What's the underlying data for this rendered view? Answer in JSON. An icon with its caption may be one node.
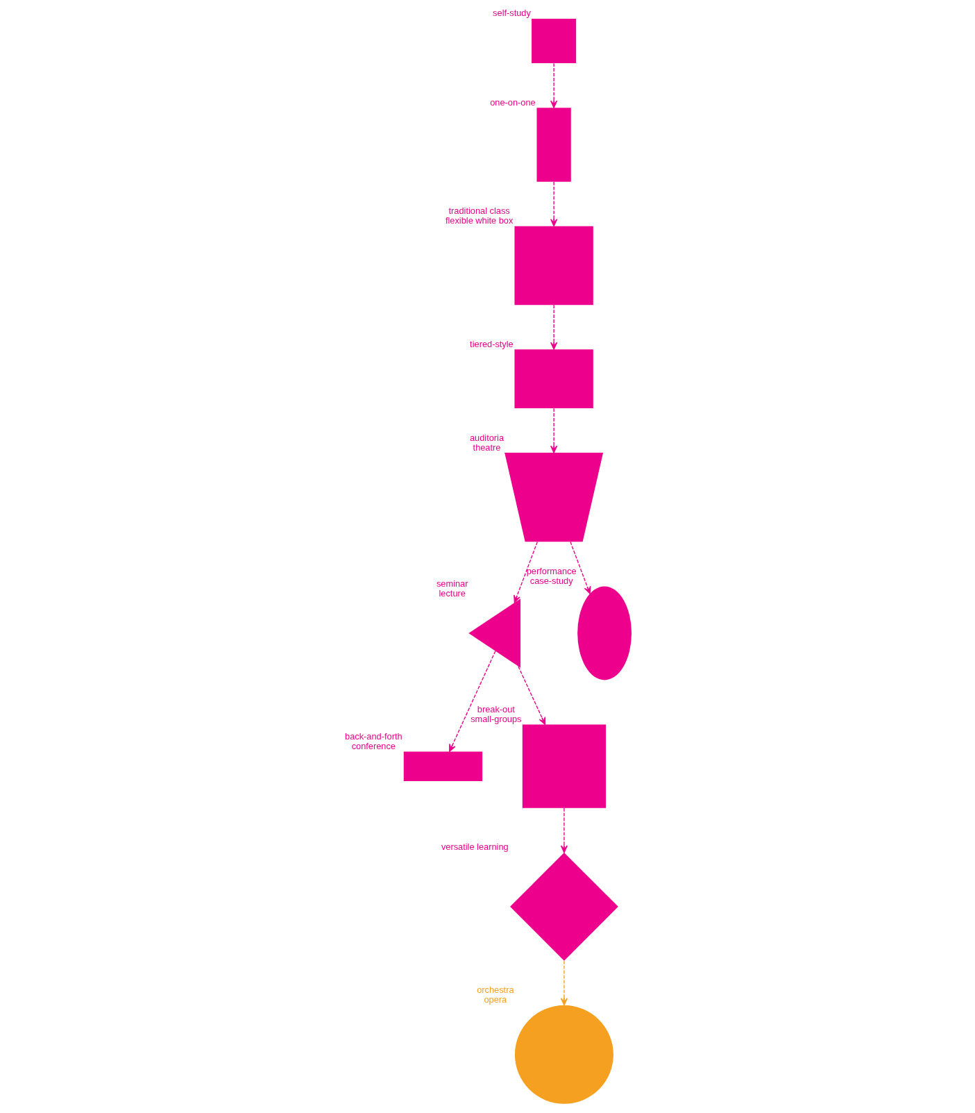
{
  "diagram": {
    "nodes": [
      {
        "text": [
          "self-study"
        ]
      },
      {
        "text": [
          "traditional class",
          "flexible white box"
        ]
      },
      {
        "text": [
          "one-on-one"
        ]
      },
      {
        "text": [
          "tiered-style"
        ]
      },
      {
        "text": [
          "auditoria",
          "theatre"
        ]
      },
      {
        "text": [
          "seminar",
          "lecture"
        ]
      },
      {
        "text": [
          "performance",
          "case-study"
        ]
      },
      {
        "text": [
          "back-and-forth",
          "conference"
        ]
      },
      {
        "text": [
          "break-out",
          "small-groups"
        ]
      },
      {
        "text": [
          "orchestra",
          "opera"
        ]
      },
      {
        "text": [
          "versatile learning"
        ]
      }
    ],
    "edges": [
      {
        "from": 0,
        "to": 2,
        "arrow": "to",
        "style": "dashed"
      },
      {
        "from": 2,
        "to": 1,
        "arrow": "to",
        "style": "dashed"
      },
      {
        "from": 1,
        "to": 3,
        "arrow": "to",
        "style": "dashed"
      },
      {
        "from": 3,
        "to": 4,
        "arrow": "to",
        "style": "dashed"
      },
      {
        "from": 4,
        "to": 5,
        "arrow": "to",
        "style": "dashed"
      },
      {
        "from": 4,
        "to": 6,
        "arrow": "to",
        "style": "dashed"
      },
      {
        "from": 5,
        "to": 7,
        "arrow": "to",
        "style": "dashed"
      },
      {
        "from": 5,
        "to": 8,
        "arrow": "to",
        "style": "dashed"
      },
      {
        "from": 8,
        "to": 10,
        "arrow": "to",
        "style": "dashed"
      },
      {
        "from": 10,
        "to": 9,
        "arrow": "to",
        "style": "dashed",
        "color": "#f5a020"
      }
    ]
  }
}
